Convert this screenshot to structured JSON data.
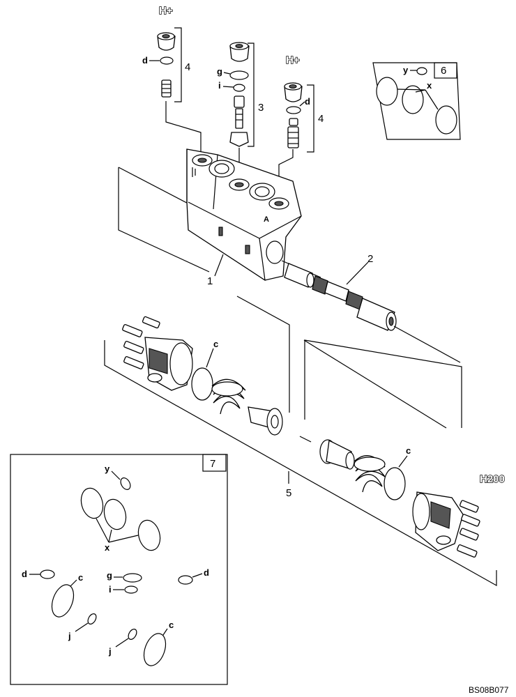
{
  "drawing": {
    "code": "BS08B077",
    "pressure_labels": [
      "H+",
      "H+"
    ],
    "model_label": "H200"
  },
  "callouts": {
    "body": "1",
    "spool": "2",
    "relief_valve": "3",
    "check_valve_left": "4",
    "check_valve_right": "4",
    "spring_kit": "5"
  },
  "kits": {
    "kit6": {
      "number": "6",
      "letters": [
        "y",
        "x"
      ]
    },
    "kit7": {
      "number": "7",
      "letters": {
        "y": "y",
        "x": "x",
        "d_left": "d",
        "d_right": "d",
        "c1": "c",
        "c2": "c",
        "g": "g",
        "i": "i",
        "j1": "j",
        "j2": "j"
      }
    }
  },
  "seal_letters": {
    "d_top_left": "d",
    "g_top": "g",
    "i_top": "i",
    "d_top_right": "d",
    "c_left": "c",
    "c_right": "c"
  }
}
